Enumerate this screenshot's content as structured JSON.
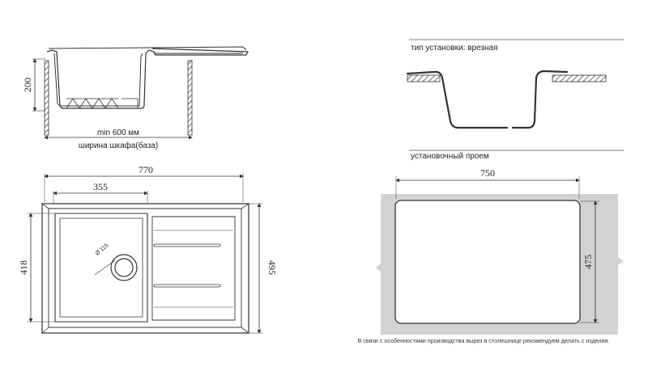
{
  "side_view": {
    "height_label": "200",
    "min_width_label": "min 600 мм",
    "cabinet_width_label": "ширина шкафа(база)"
  },
  "top_view": {
    "overall_width": "770",
    "bowl_width": "355",
    "bowl_height": "418",
    "overall_height": "495",
    "drain_label": "Ø 115"
  },
  "installation": {
    "type_label": "тип установки: врезная",
    "opening_label": "установочный проем",
    "opening_width": "750",
    "opening_height": "475",
    "note": "В связи с особенностями производства вырез в столешнице рекомендуем делать с изделия."
  },
  "colors": {
    "line": "#333333",
    "gray_fill": "#d2d2d2",
    "text": "#222222"
  }
}
